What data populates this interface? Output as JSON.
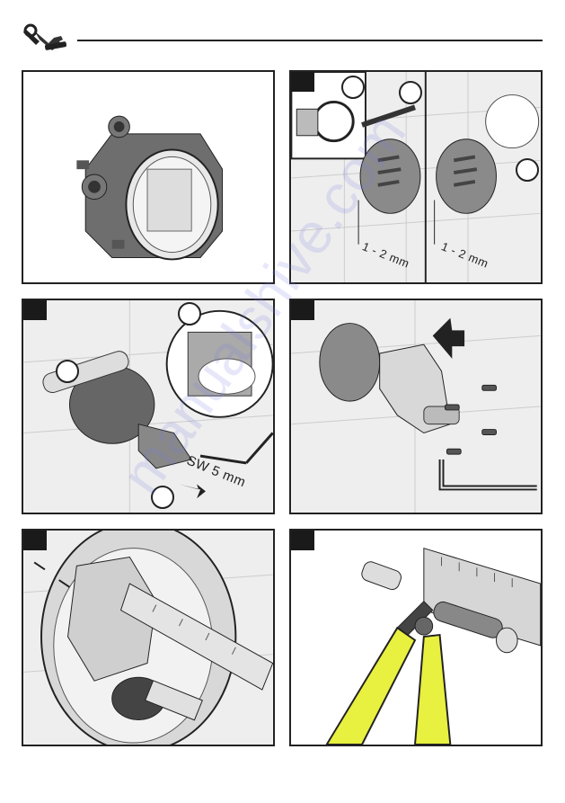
{
  "header": {
    "icon": "tools-icon"
  },
  "panels": {
    "p2": {
      "measure_left": "1 - 2 mm",
      "measure_right": "1 - 2 mm"
    },
    "p3": {
      "wrench_label": "SW 5 mm"
    }
  },
  "watermark": {
    "text": "manualshive.com"
  },
  "colors": {
    "ink": "#222222",
    "tile": "#e6e6e6",
    "cutter_handle": "#e8f040",
    "cover_grey": "#8a8a8a"
  }
}
